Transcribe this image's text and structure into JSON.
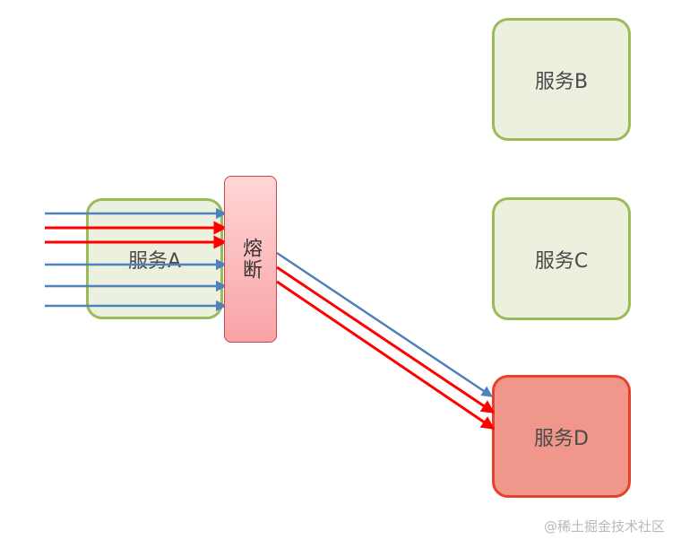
{
  "services": {
    "a": "服务A",
    "b": "服务B",
    "c": "服务C",
    "d": "服务D"
  },
  "circuit_breaker": "熔断",
  "colors": {
    "normal_request": "#4f81bd",
    "failed_request": "#ff0000",
    "healthy_fill": "#ebf1de",
    "healthy_border": "#9bbb59",
    "failing_fill": "#f0968a",
    "failing_border": "#e8412b"
  },
  "incoming_requests": [
    "normal",
    "failed",
    "failed",
    "normal",
    "normal",
    "normal"
  ],
  "outgoing_requests": [
    "normal",
    "failed",
    "failed"
  ],
  "watermark": "@稀土掘金技术社区"
}
